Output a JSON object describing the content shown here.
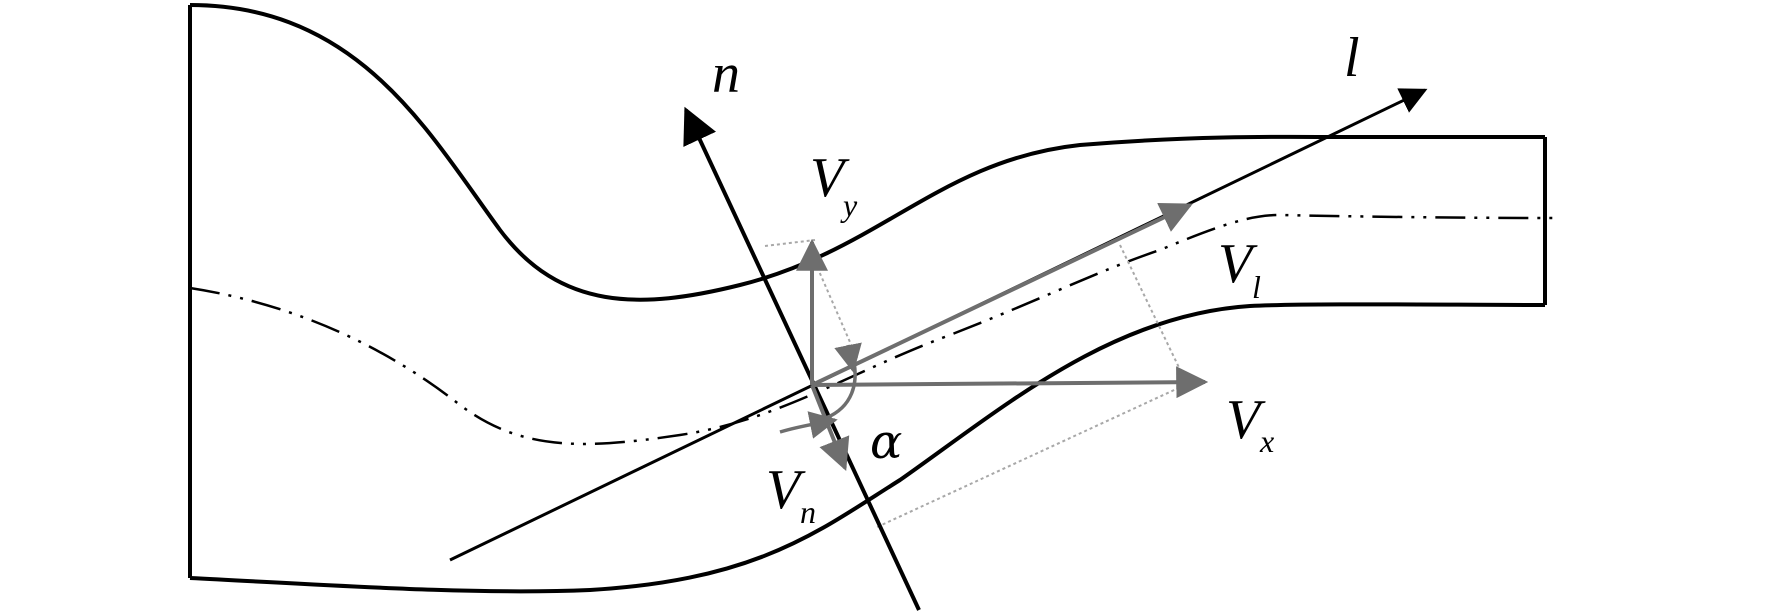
{
  "diagram": {
    "labels": {
      "n": "n",
      "l": "l",
      "vy_main": "V",
      "vy_sub": "y",
      "vl_main": "V",
      "vl_sub": "l",
      "vx_main": "V",
      "vx_sub": "x",
      "vn_main": "V",
      "vn_sub": "n",
      "alpha": "α"
    },
    "colors": {
      "outline": "#000000",
      "vector": "#6e6e6e",
      "projection": "#a8a8a8",
      "background": "#ffffff"
    }
  }
}
